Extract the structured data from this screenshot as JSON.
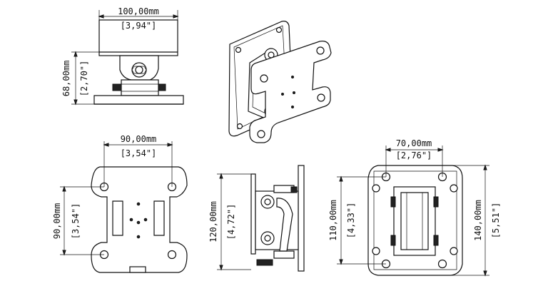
{
  "dimensions": {
    "top_width_mm": "100,00mm",
    "top_width_in": "[3,94\"]",
    "top_height_mm": "68,00mm",
    "top_height_in": "[2,70\"]",
    "plate_width_mm": "90,00mm",
    "plate_width_in": "[3,54\"]",
    "plate_height_mm": "90,00mm",
    "plate_height_in": "[3,54\"]",
    "side_height_mm": "120,00mm",
    "side_height_in": "[4,72\"]",
    "back_width_mm": "70,00mm",
    "back_width_in": "[2,76\"]",
    "back_inner_height_mm": "110,00mm",
    "back_inner_height_in": "[4,33\"]",
    "back_outer_height_mm": "140,00mm",
    "back_outer_height_in": "[5,51\"]"
  }
}
